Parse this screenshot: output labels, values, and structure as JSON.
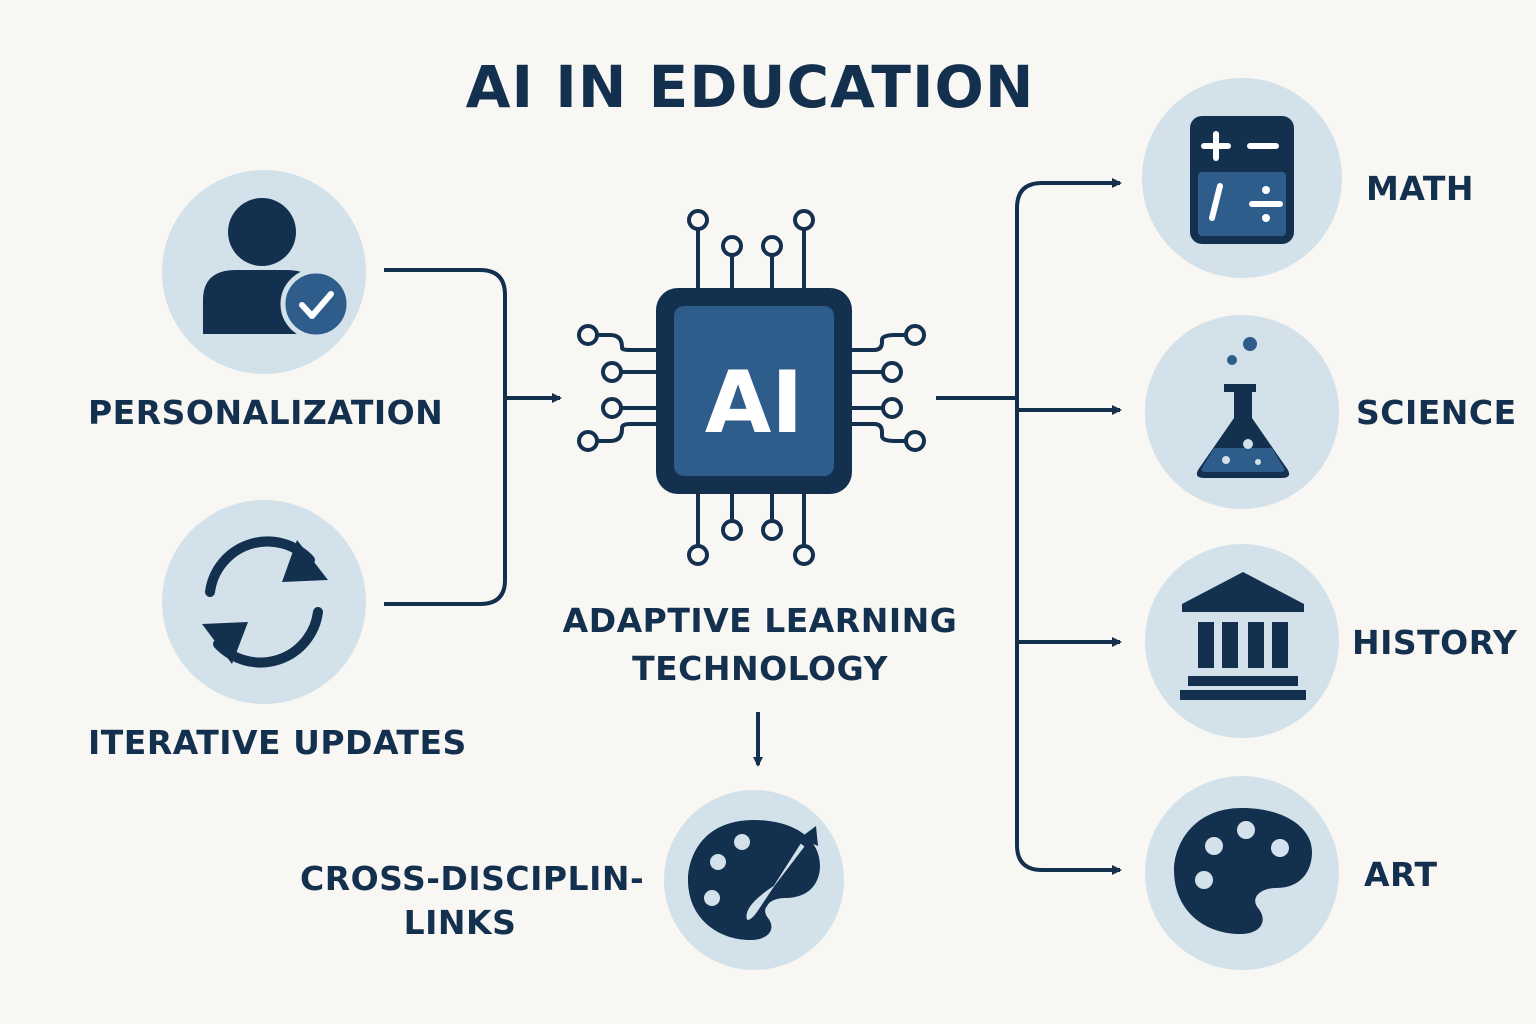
{
  "title": "AI IN EDUCATION",
  "chip_label": "AI",
  "inputs": [
    {
      "label": "PERSONALIZATION",
      "icon": "user-check-icon"
    },
    {
      "label": "ITERATIVE UPDATES",
      "icon": "refresh-cycle-icon"
    }
  ],
  "core": {
    "line1": "ADAPTIVE LEARNING",
    "line2": "TECHNOLOGY",
    "icon": "ai-chip-icon"
  },
  "cross": {
    "line1": "CROSS-DISCIPLIN-",
    "line2": "LINKS",
    "icon": "palette-brush-icon"
  },
  "subjects": [
    {
      "label": "MATH",
      "icon": "calculator-icon"
    },
    {
      "label": "SCIENCE",
      "icon": "flask-icon"
    },
    {
      "label": "HISTORY",
      "icon": "museum-icon"
    },
    {
      "label": "ART",
      "icon": "palette-icon"
    }
  ],
  "colors": {
    "background": "#f8f7f3",
    "navy": "#14304f",
    "blue": "#2e5d8c",
    "circle": "#d3e2ea"
  }
}
